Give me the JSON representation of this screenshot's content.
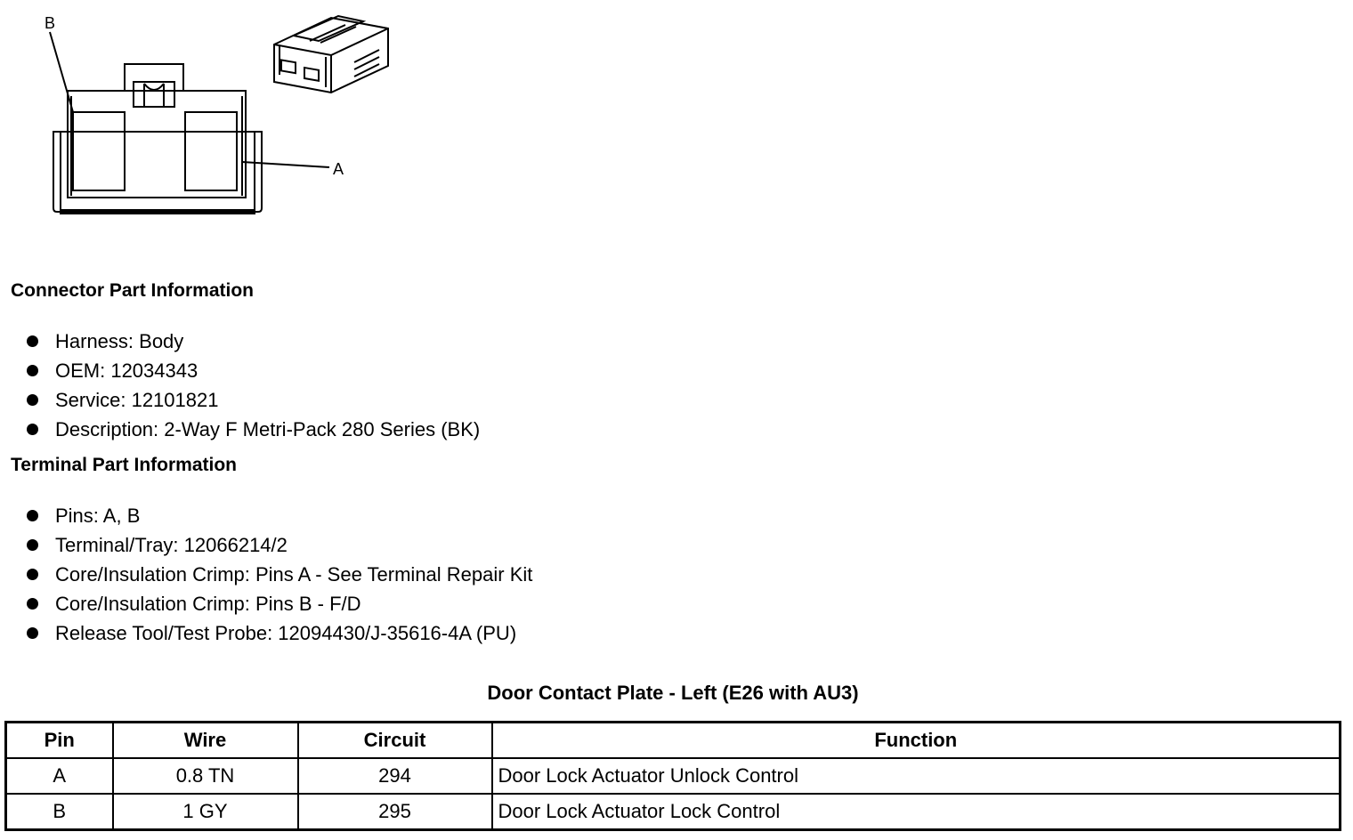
{
  "diagram": {
    "label_a": "A",
    "label_b": "B"
  },
  "connector": {
    "title": "Connector Part Information",
    "items": [
      "Harness: Body",
      "OEM: 12034343",
      "Service: 12101821",
      "Description: 2-Way F Metri-Pack 280 Series (BK)"
    ]
  },
  "terminal": {
    "title": "Terminal Part Information",
    "items": [
      "Pins: A, B",
      "Terminal/Tray: 12066214/2",
      "Core/Insulation Crimp: Pins A - See Terminal Repair Kit",
      "Core/Insulation Crimp: Pins B - F/D",
      "Release Tool/Test Probe: 12094430/J-35616-4A (PU)"
    ]
  },
  "table": {
    "caption": "Door Contact Plate - Left (E26 with AU3)",
    "headers": [
      "Pin",
      "Wire",
      "Circuit",
      "Function"
    ],
    "rows": [
      [
        "A",
        "0.8 TN",
        "294",
        "Door Lock Actuator Unlock Control"
      ],
      [
        "B",
        "1 GY",
        "295",
        "Door Lock Actuator Lock Control"
      ]
    ]
  }
}
